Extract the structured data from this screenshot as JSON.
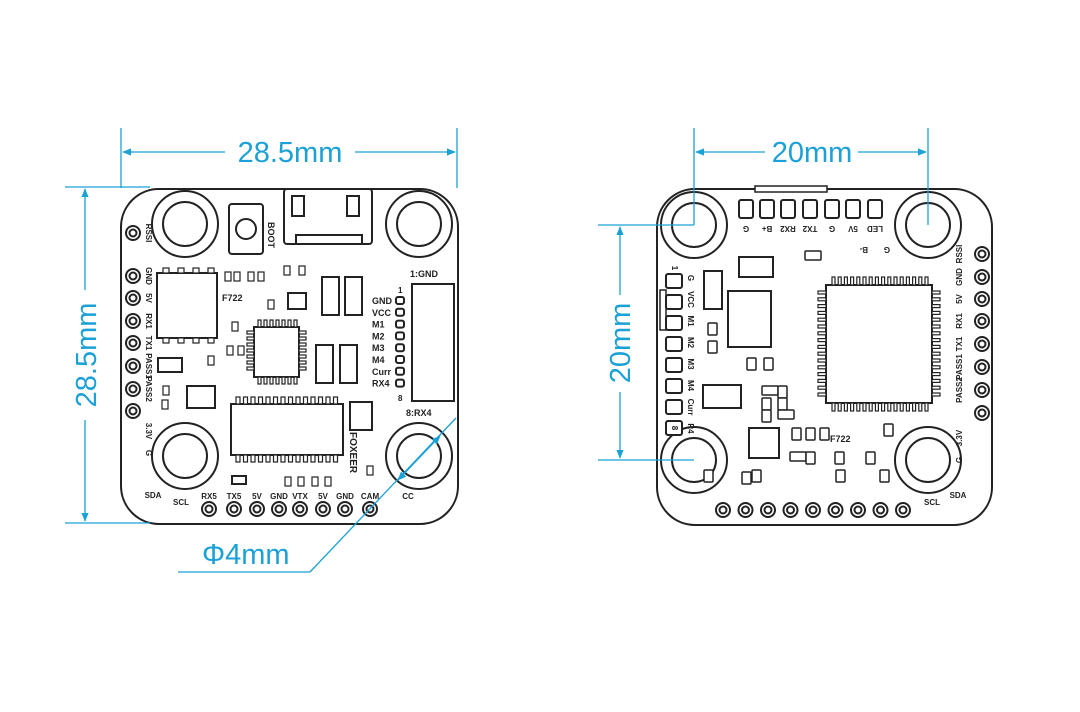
{
  "colors": {
    "dimension": "#1ba1d6",
    "outline": "#222222",
    "board_fill": "#ffffff"
  },
  "dimensions": {
    "top_left_width": "28.5mm",
    "top_left_height": "28.5mm",
    "hole_diameter": "Φ4mm",
    "top_right_width": "20mm",
    "top_right_height": "20mm"
  },
  "front": {
    "boot": "BOOT",
    "chip": "F722",
    "brand": "FOXEER",
    "connector_first": "1:GND",
    "connector_last": "8:RX4",
    "connector_pin": "8",
    "connector_pin_first": "1",
    "connector_pins": [
      "GND",
      "VCC",
      "M1",
      "M2",
      "M3",
      "M4",
      "Curr",
      "RX4"
    ],
    "left_pads": [
      "RSSI",
      "GND",
      "5V",
      "RX1",
      "TX1",
      "PASS1",
      "PASS2",
      "3.3V",
      "G"
    ],
    "bottom_pads": [
      "SDA",
      "SCL",
      "RX5",
      "TX5",
      "5V",
      "GND",
      "VTX",
      "5V",
      "GND",
      "CAM",
      "CC"
    ]
  },
  "back": {
    "chip": "F722",
    "top_pads": [
      "G",
      "B+",
      "RX2",
      "TX2",
      "G",
      "5V",
      "LED"
    ],
    "top_small": [
      "B-",
      "G"
    ],
    "left_pads": [
      "1",
      "G",
      "VCC",
      "M1",
      "M2",
      "M3",
      "M4",
      "Curr",
      "R4",
      "8"
    ],
    "right_pads": [
      "RSSI",
      "GND",
      "5V",
      "RX1",
      "TX1",
      "PASS1",
      "PASS2",
      "3.3V",
      "G"
    ],
    "bottom_pads": [
      "SCL",
      "SDA"
    ]
  }
}
